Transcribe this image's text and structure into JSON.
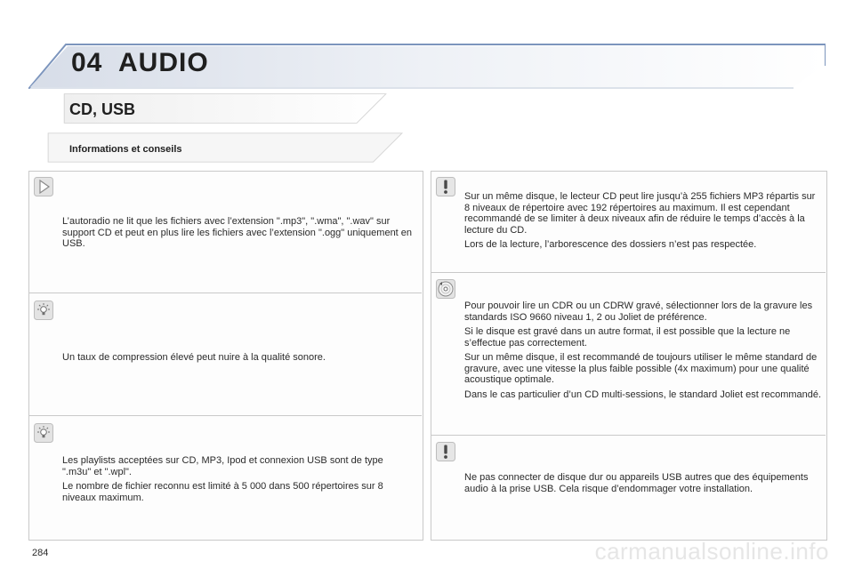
{
  "header": {
    "chapter_number": "04",
    "chapter_title": "AUDIO"
  },
  "section": {
    "title": "CD, USB",
    "subtitle": "Informations et conseils"
  },
  "left_column": [
    {
      "icon": "play-triangle-icon",
      "paragraphs": [
        "L’autoradio ne lit que les fichiers avec l’extension \".mp3\", \".wma\", \".wav\" sur support CD et peut en plus lire les fichiers avec l’extension \".ogg\" uniquement en USB."
      ]
    },
    {
      "icon": "lightbulb-icon",
      "paragraphs": [
        "Un taux de compression élevé peut nuire à la qualité sonore."
      ]
    },
    {
      "icon": "lightbulb-icon",
      "paragraphs": [
        "Les playlists acceptées sur CD, MP3, Ipod et connexion USB sont de type \".m3u\" et \".wpl\".",
        "Le nombre de fichier reconnu est limité à 5 000 dans 500 répertoires sur 8 niveaux maximum."
      ]
    }
  ],
  "right_column": [
    {
      "icon": "warning-exclamation-icon",
      "paragraphs": [
        "Sur un même disque, le lecteur CD peut lire jusqu’à 255 fichiers MP3 répartis sur 8 niveaux de répertoire avec 192 répertoires au maximum. Il est cependant recommandé de se limiter à deux niveaux afin de réduire le temps d’accès à la lecture du CD.",
        "Lors de la lecture, l’arborescence des dossiers n’est pas respectée."
      ]
    },
    {
      "icon": "disc-icon",
      "paragraphs": [
        "Pour pouvoir lire un CDR ou un CDRW gravé, sélectionner lors de la gravure les standards ISO 9660 niveau 1, 2 ou Joliet de préférence.",
        "Si le disque est gravé dans un autre format, il est possible que la lecture ne s’effectue pas correctement.",
        "Sur un même disque, il est recommandé de toujours utiliser le même standard de gravure, avec une vitesse la plus faible possible (4x maximum) pour une qualité acoustique optimale.",
        "Dans le cas particulier d’un CD multi-sessions, le standard Joliet est recommandé."
      ]
    },
    {
      "icon": "warning-exclamation-icon",
      "paragraphs": [
        "Ne pas connecter de disque dur ou appareils USB autres que des équipements audio à la prise USB. Cela risque d’endommager votre installation."
      ]
    }
  ],
  "footer": {
    "page_number": "284",
    "watermark": "carmanualsonline.info"
  },
  "colors": {
    "header_band": "#e2e7ef",
    "header_accent": "#7c95bd",
    "panel_border": "#c9c9c9",
    "warning_icon_bg": "#e6e6e6"
  }
}
